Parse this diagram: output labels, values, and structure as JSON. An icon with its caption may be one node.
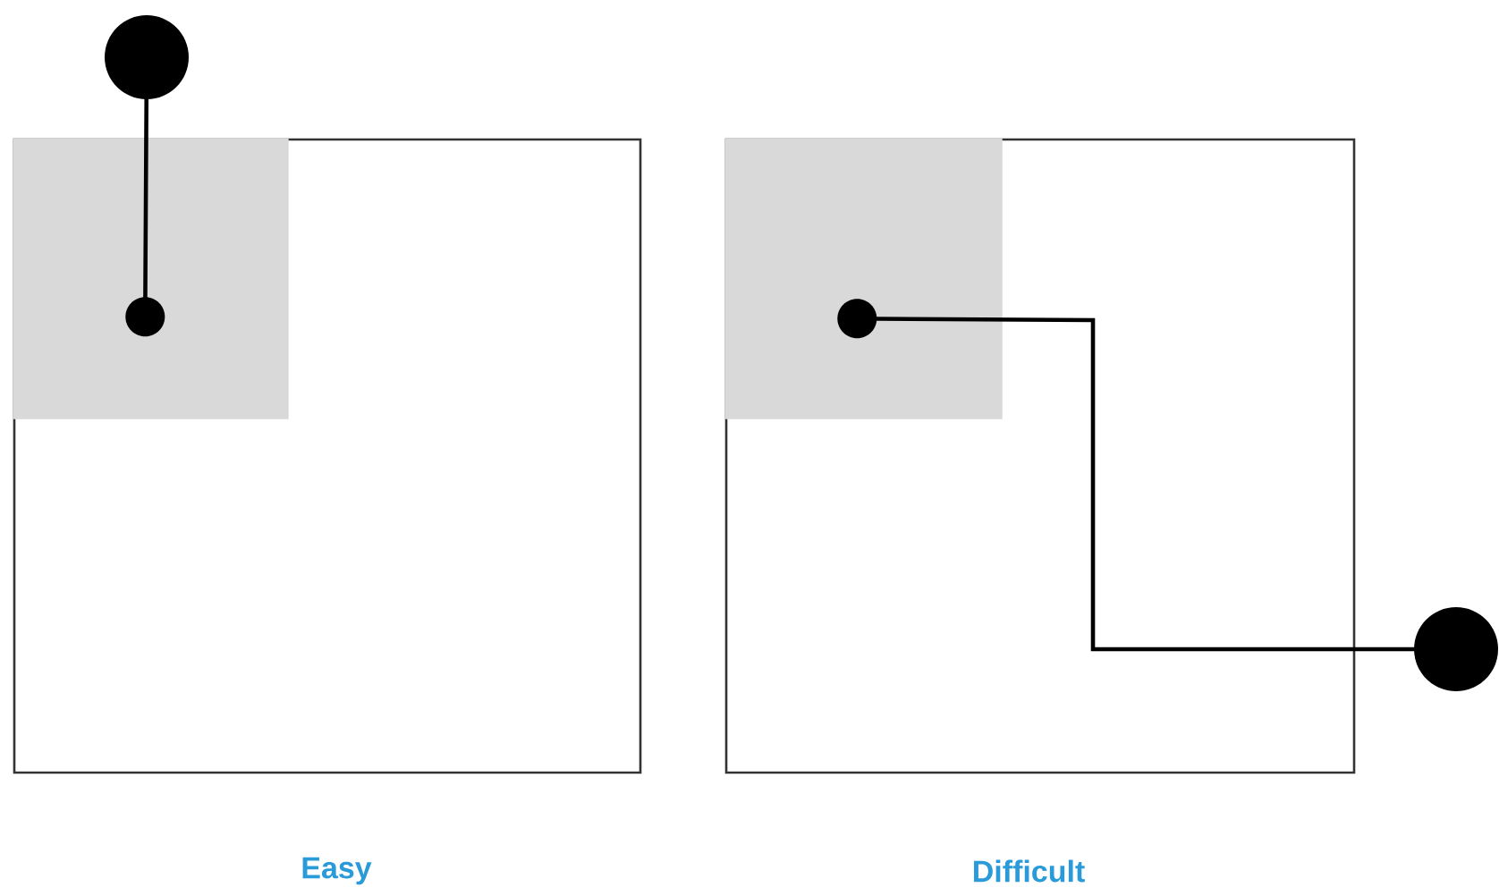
{
  "diagram": {
    "nodes": [
      {
        "text": [],
        "shape": "box",
        "beside": [
          "Easy"
        ]
      },
      {
        "text": [],
        "shape": "box",
        "in": 0
      },
      {
        "text": [],
        "shape": "circle",
        "in": 1
      },
      {
        "text": [],
        "shape": "circle"
      },
      {
        "text": [],
        "shape": "box",
        "beside": [
          "Difficult"
        ]
      },
      {
        "text": [],
        "shape": "box",
        "in": 4
      },
      {
        "text": [],
        "shape": "circle",
        "in": 5
      },
      {
        "text": [],
        "shape": "circle"
      }
    ],
    "edges": [
      {
        "from": 3,
        "to": 2,
        "arrow": "none"
      },
      {
        "from": 6,
        "to": 7,
        "arrow": "none"
      }
    ]
  }
}
